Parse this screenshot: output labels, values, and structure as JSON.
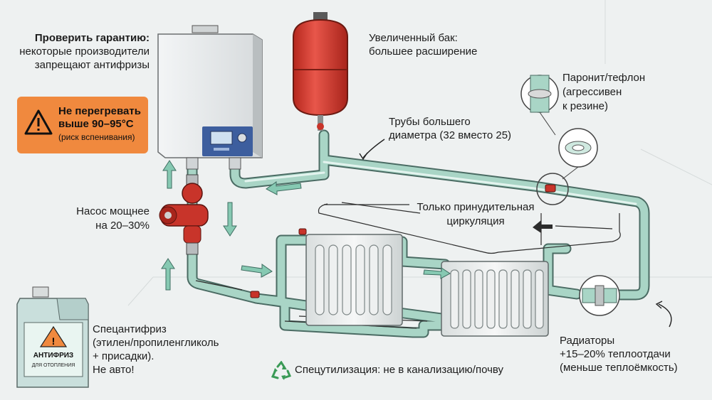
{
  "labels": {
    "warranty": {
      "title": "Проверить гарантию:",
      "line1": "некоторые производители",
      "line2": "запрещают антифризы"
    },
    "overheat": {
      "line1": "Не перегревать",
      "line2": "выше 90–95°C",
      "line3": "(риск вспенивания)"
    },
    "tank": {
      "line1": "Увеличенный бак:",
      "line2": "большее расширение"
    },
    "gasket": {
      "line1": "Паронит/тефлон",
      "line2": "(агрессивен",
      "line3": "к резине)"
    },
    "pipes": {
      "line1": "Трубы большего",
      "line2": "диаметра (32 вместо 25)"
    },
    "forced": {
      "line1": "Только принудительная",
      "line2": "циркуляция"
    },
    "pump": {
      "line1": "Насос мощнее",
      "line2": "на 20–30%"
    },
    "antifreeze": {
      "line1": "Спецантифриз",
      "line2": "(этилен/пропиленгликоль",
      "line3": "+ присадки).",
      "line4": "Не авто!"
    },
    "canister": {
      "line1": "АНТИФРИЗ",
      "line2": "ДЛЯ ОТОПЛЕНИЯ"
    },
    "radiators": {
      "line1": "Радиаторы",
      "line2": "+15–20% теплоотдачи",
      "line3": "(меньше теплоёмкость)"
    },
    "disposal": {
      "text": "Спецутилизация: не в канализацию/почву"
    }
  },
  "colors": {
    "background": "#eef1f1",
    "pipe": "#a9d5c6",
    "pipe_stroke": "#4a6b63",
    "tank": "#d93a2e",
    "pump": "#c8342a",
    "boiler_panel": "#3d5e9e",
    "warning": "#f0893e",
    "arrow": "#86c9b2",
    "recycle": "#3a9a56"
  },
  "icons": [
    "warning-icon",
    "recycle-icon",
    "gasket-icon",
    "flow-arrow-icon"
  ]
}
